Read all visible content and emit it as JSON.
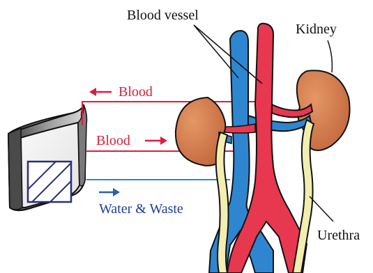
{
  "labels": {
    "blood_vessel": "Blood vessel",
    "kidney": "Kidney",
    "blood_out": "Blood",
    "blood_in": "Blood",
    "water_waste": "Water & Waste",
    "urethra": "Urethra"
  },
  "colors": {
    "artery": "#e8384f",
    "vein": "#2f86d0",
    "kidney": "#cf7b4a",
    "urethra_tube": "#f2eeb0",
    "blood_arrow": "#d81f3c",
    "waste_arrow": "#2a5fb0",
    "waste_text": "#1f3f9a",
    "machine_front": "#f4f4f4",
    "machine_side": "#6b6b6b"
  },
  "icons": {
    "arrow_out": "arrow-left-icon",
    "arrow_in": "arrow-right-icon",
    "arrow_waste": "arrow-right-icon"
  }
}
